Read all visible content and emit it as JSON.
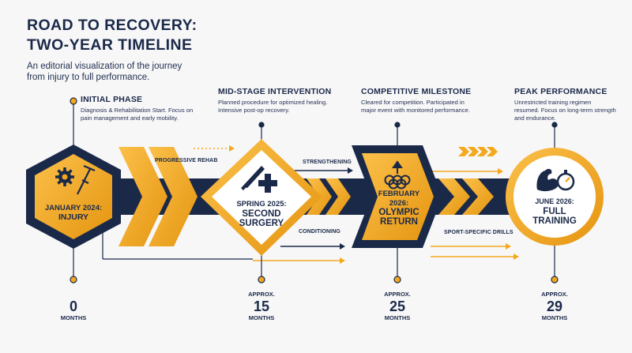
{
  "header": {
    "title_line1": "ROAD TO RECOVERY:",
    "title_line2": "TWO-YEAR TIMELINE",
    "subtitle": "An editorial visualization of the journey from injury to full performance."
  },
  "phases": [
    {
      "title": "INITIAL PHASE",
      "desc": "Diagnosis & Rehabilitation Start. Focus on pain management and early mobility."
    },
    {
      "title": "MID-STAGE INTERVENTION",
      "desc": "Planned procedure for optimized healing. Intensive post-op recovery."
    },
    {
      "title": "COMPETITIVE MILESTONE",
      "desc": "Cleared for competition. Participated in major event with monitored performance."
    },
    {
      "title": "PEAK PERFORMANCE",
      "desc": "Unrestricted training regimen resumed. Focus on long-term strength and endurance."
    }
  ],
  "milestones": [
    {
      "label": "JANUARY 2024:",
      "name": "INJURY",
      "approx": "",
      "number": "0",
      "unit": "MONTHS",
      "icon": "gear-crutch-icon"
    },
    {
      "label": "SPRING 2025:",
      "name": "SECOND SURGERY",
      "approx": "APPROX.",
      "number": "15",
      "unit": "MONTHS",
      "icon": "scalpel-cross-icon"
    },
    {
      "label": "FEBRUARY 2026:",
      "name": "OLYMPIC RETURN",
      "approx": "APPROX.",
      "number": "25",
      "unit": "MONTHS",
      "icon": "olympic-rings-icon"
    },
    {
      "label": "JUNE 2026:",
      "name": "FULL TRAINING",
      "approx": "APPROX.",
      "number": "29",
      "unit": "MONTHS",
      "icon": "flexed-arm-stopwatch-icon"
    }
  ],
  "arrow_labels": [
    "PROGRESSIVE REHAB",
    "STRENGTHENING",
    "CONDITIONING",
    "SPORT-SPECIFIC DRILLS"
  ],
  "colors": {
    "navy": "#1b2949",
    "orange": "#f4a81d",
    "orange_dark": "#d98a0c",
    "background": "#f7f7f8"
  }
}
